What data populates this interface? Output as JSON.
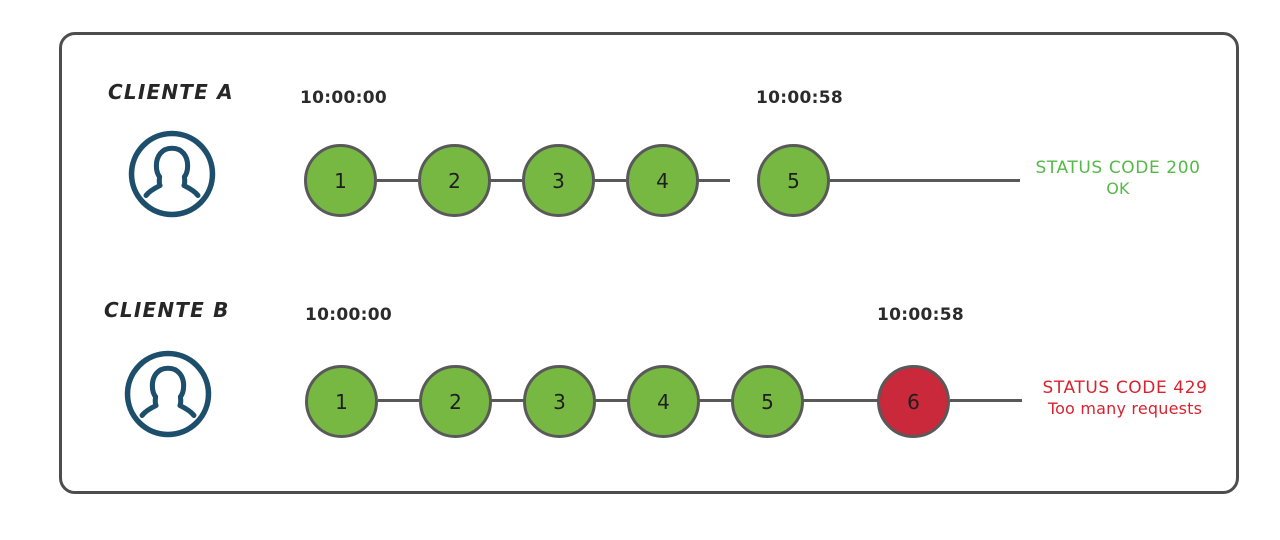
{
  "diagram": {
    "title_hidden": "",
    "frame": {
      "border_color": "#4d4d4d"
    },
    "palette": {
      "ok_fill": "#77b843",
      "error_fill": "#c9293a",
      "node_stroke": "#595959",
      "avatar_stroke": "#1d4e6b",
      "status_ok_text": "#55b947",
      "status_error_text": "#d8232f",
      "timestamp_text": "#2b2b2b",
      "label_text": "#262626"
    },
    "rows": [
      {
        "id": "client-a",
        "label": "CLIENTE A",
        "avatar_icon": "user-avatar-icon",
        "start_time": "10:00:00",
        "end_time": "10:00:58",
        "nodes": [
          {
            "n": "1",
            "state": "ok"
          },
          {
            "n": "2",
            "state": "ok"
          },
          {
            "n": "3",
            "state": "ok"
          },
          {
            "n": "4",
            "state": "ok"
          },
          {
            "n": "5",
            "state": "ok"
          }
        ],
        "status": {
          "code": "STATUS CODE 200",
          "detail": "OK",
          "kind": "ok"
        }
      },
      {
        "id": "client-b",
        "label": "CLIENTE B",
        "avatar_icon": "user-avatar-icon",
        "start_time": "10:00:00",
        "end_time": "10:00:58",
        "nodes": [
          {
            "n": "1",
            "state": "ok"
          },
          {
            "n": "2",
            "state": "ok"
          },
          {
            "n": "3",
            "state": "ok"
          },
          {
            "n": "4",
            "state": "ok"
          },
          {
            "n": "5",
            "state": "ok"
          },
          {
            "n": "6",
            "state": "error"
          }
        ],
        "status": {
          "code": "STATUS CODE 429",
          "detail": "Too many requests",
          "kind": "error"
        }
      }
    ]
  }
}
